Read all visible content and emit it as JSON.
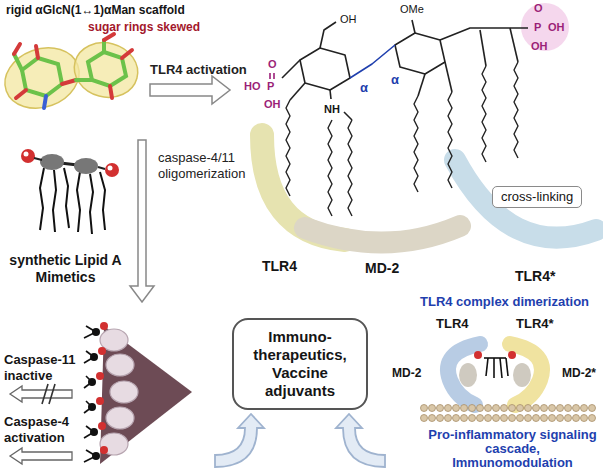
{
  "diagram": {
    "nodes": [
      {
        "text": [
          "cross-linking"
        ]
      },
      {
        "text": [
          "Immuno-therapeutics, Vaccine adjuvants"
        ]
      }
    ],
    "labels": [
      "rigid αGlcN(1↔1)αMan scaffold",
      "sugar rings skewed",
      "TLR4 activation",
      "caspase-4/11 oligomerization",
      "synthetic Lipid A Mimetics",
      "OH",
      "OMe",
      "O",
      "HO",
      "P",
      "OH",
      "α",
      "α",
      "NH",
      "O",
      "P",
      "OH",
      "OH",
      "TLR4",
      "MD-2",
      "TLR4*",
      "TLR4 complex dimerization",
      "TLR4",
      "TLR4*",
      "MD-2",
      "MD-2*",
      "Pro-inflammatory signaling cascade, Immunomodulation",
      "Caspase-11 inactive",
      "Caspase-4 activation"
    ]
  }
}
